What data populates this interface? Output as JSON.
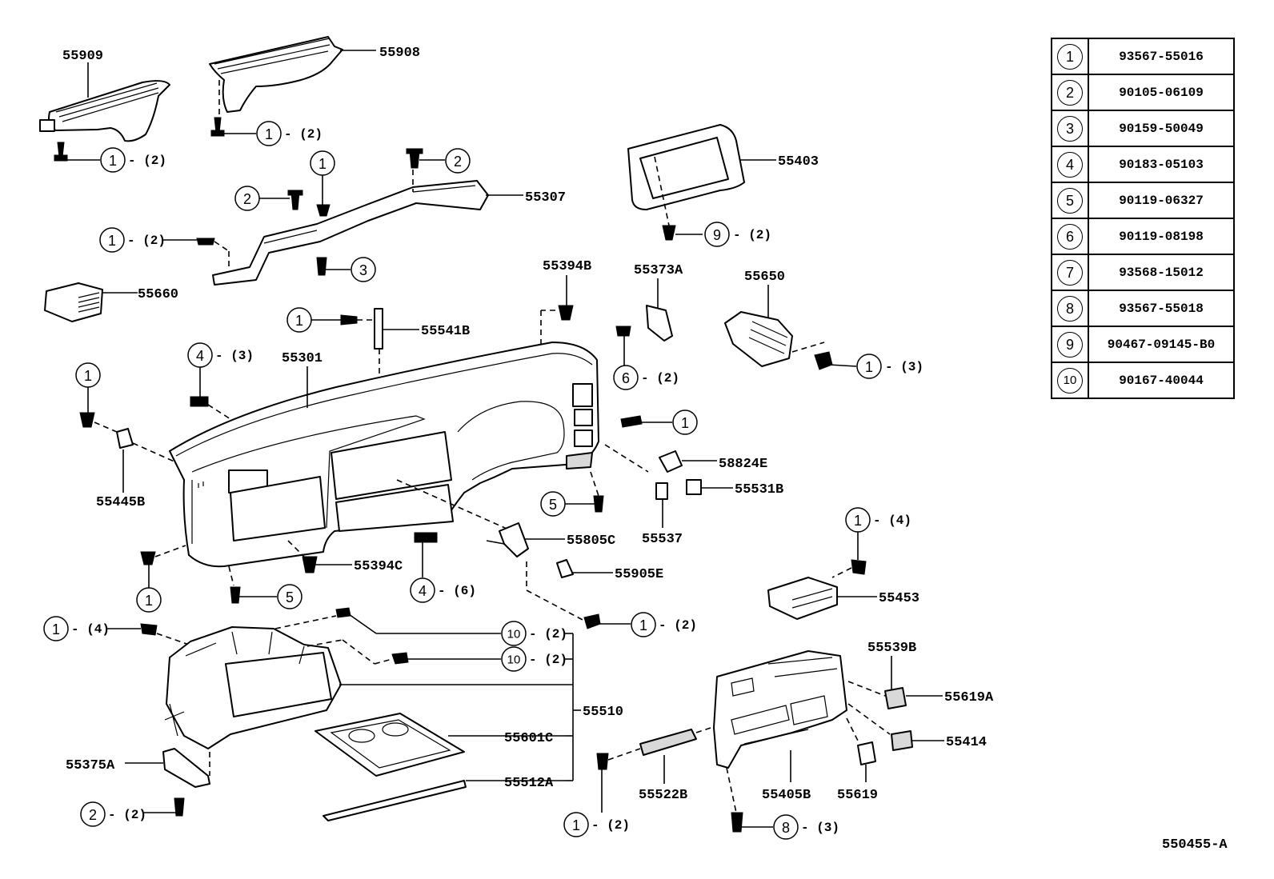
{
  "legend": [
    {
      "key": "1",
      "part": "93567-55016"
    },
    {
      "key": "2",
      "part": "90105-06109"
    },
    {
      "key": "3",
      "part": "90159-50049"
    },
    {
      "key": "4",
      "part": "90183-05103"
    },
    {
      "key": "5",
      "part": "90119-06327"
    },
    {
      "key": "6",
      "part": "90119-08198"
    },
    {
      "key": "7",
      "part": "93568-15012"
    },
    {
      "key": "8",
      "part": "93567-55018"
    },
    {
      "key": "9",
      "part": "90467-09145-B0"
    },
    {
      "key": "10",
      "part": "90167-40044"
    }
  ],
  "parts": {
    "p55909": "55909",
    "p55908": "55908",
    "p55403": "55403",
    "p55307": "55307",
    "p55660": "55660",
    "p55394B": "55394B",
    "p55373A": "55373A",
    "p55650": "55650",
    "p55541B": "55541B",
    "p55301": "55301",
    "p55445B": "55445B",
    "p58824E": "58824E",
    "p55531B": "55531B",
    "p55537": "55537",
    "p55805C": "55805C",
    "p55394C": "55394C",
    "p55905E": "55905E",
    "p55453": "55453",
    "p55539B": "55539B",
    "p55619A": "55619A",
    "p55414": "55414",
    "p55510": "55510",
    "p55601C": "55601C",
    "p55512A": "55512A",
    "p55375A": "55375A",
    "p55522B": "55522B",
    "p55405B": "55405B",
    "p55619": "55619"
  },
  "callouts": {
    "c1": "1",
    "c2": "2",
    "c3": "3",
    "c4": "4",
    "c5": "5",
    "c6": "6",
    "c8": "8",
    "c9": "9",
    "c10": "10"
  },
  "qty": {
    "q2": "- (2)",
    "q3": "- (3)",
    "q4": "- (4)",
    "q6": "- (6)"
  },
  "footer_code": "550455-A"
}
